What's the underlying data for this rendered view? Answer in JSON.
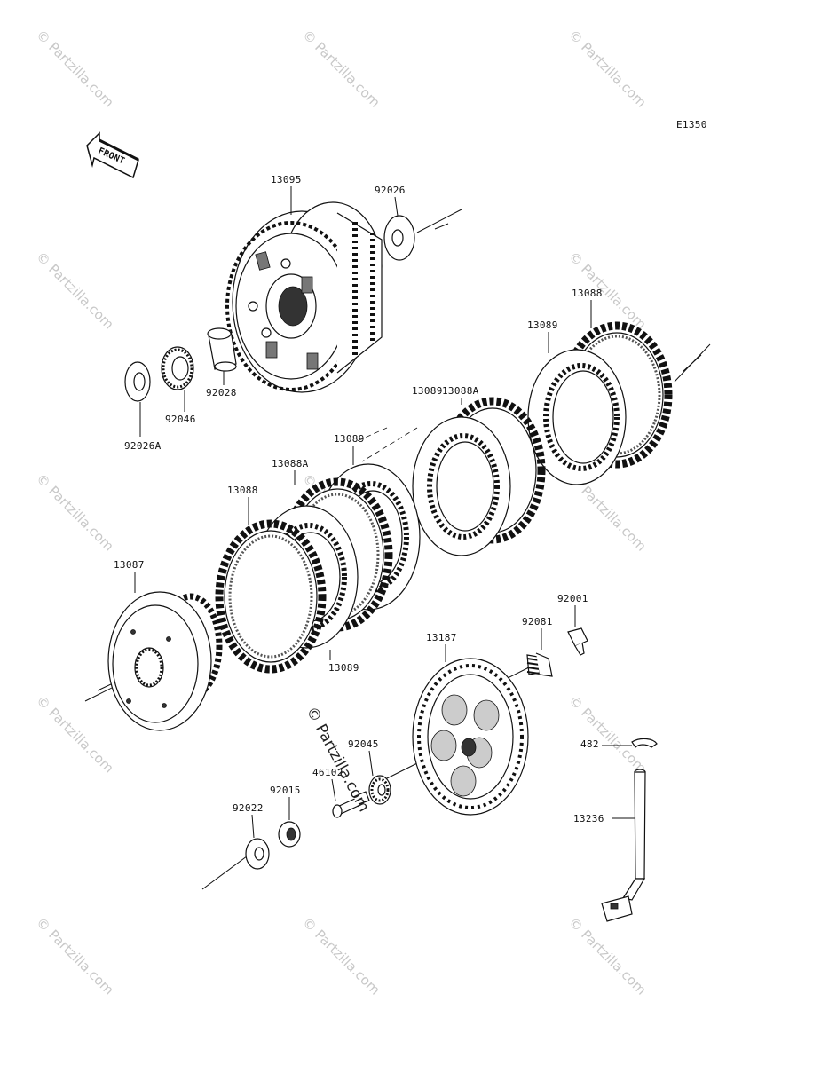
{
  "diagram": {
    "code": "E1350",
    "front_label": "FRONT",
    "watermark": "© Partzilla.com",
    "center_watermark": "© Partzilla.com",
    "parts": [
      {
        "id": "p13095",
        "label": "13095"
      },
      {
        "id": "p92026",
        "label": "92026"
      },
      {
        "id": "p92028",
        "label": "92028"
      },
      {
        "id": "p92046",
        "label": "92046"
      },
      {
        "id": "p92026A",
        "label": "92026A"
      },
      {
        "id": "p13088_top",
        "label": "13088"
      },
      {
        "id": "p13089_top",
        "label": "13089"
      },
      {
        "id": "p13088A_top",
        "label": "13088A"
      },
      {
        "id": "p13089_mid",
        "label": "13089"
      },
      {
        "id": "p13089_b",
        "label": "13089"
      },
      {
        "id": "p13088A_b",
        "label": "13088A"
      },
      {
        "id": "p13088_b",
        "label": "13088"
      },
      {
        "id": "p13087",
        "label": "13087"
      },
      {
        "id": "p13089_bot",
        "label": "13089"
      },
      {
        "id": "p92001",
        "label": "92001"
      },
      {
        "id": "p92081",
        "label": "92081"
      },
      {
        "id": "p13187",
        "label": "13187"
      },
      {
        "id": "p92045",
        "label": "92045"
      },
      {
        "id": "p46102",
        "label": "46102"
      },
      {
        "id": "p92015",
        "label": "92015"
      },
      {
        "id": "p92022",
        "label": "92022"
      },
      {
        "id": "p482",
        "label": "482"
      },
      {
        "id": "p13236",
        "label": "13236"
      }
    ]
  }
}
